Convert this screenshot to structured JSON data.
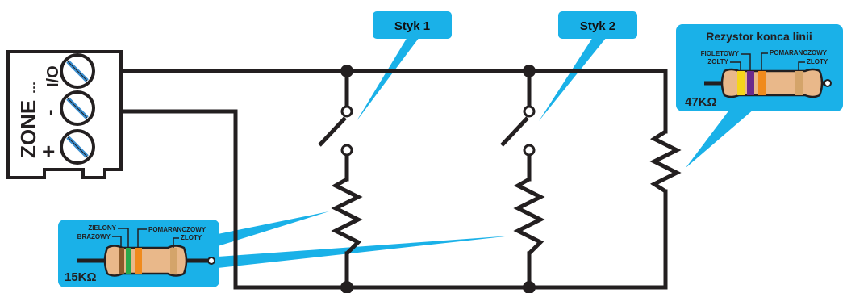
{
  "terminal": {
    "zone_label": "ZONE",
    "dots": "...",
    "io_label": "I/O",
    "minus_label": "-",
    "plus_label": "+"
  },
  "callouts": {
    "contact1": "Styk 1",
    "contact2": "Styk 2"
  },
  "eol_resistor": {
    "title": "Rezystor konca linii",
    "value": "47KΩ",
    "bands": [
      "FIOLETOWY",
      "ZOLTY",
      "POMARANCZOWY",
      "ZLOTY"
    ],
    "band_colors": [
      "#f5d51a",
      "#6b2a8c",
      "#f08a1c",
      "#d4a46a"
    ]
  },
  "contact_resistor": {
    "value": "15KΩ",
    "bands": [
      "ZIELONY",
      "BRAZOWY",
      "POMARANCZOWY",
      "ZLOTY"
    ],
    "band_colors": [
      "#8b5a2b",
      "#2aa84a",
      "#f08a1c",
      "#d4a46a"
    ]
  },
  "colors": {
    "callout_blue": "#1ab1e8",
    "wire": "#231f20",
    "resistor_body": "#e9b88a",
    "screw_blue": "#3b8fd1"
  }
}
